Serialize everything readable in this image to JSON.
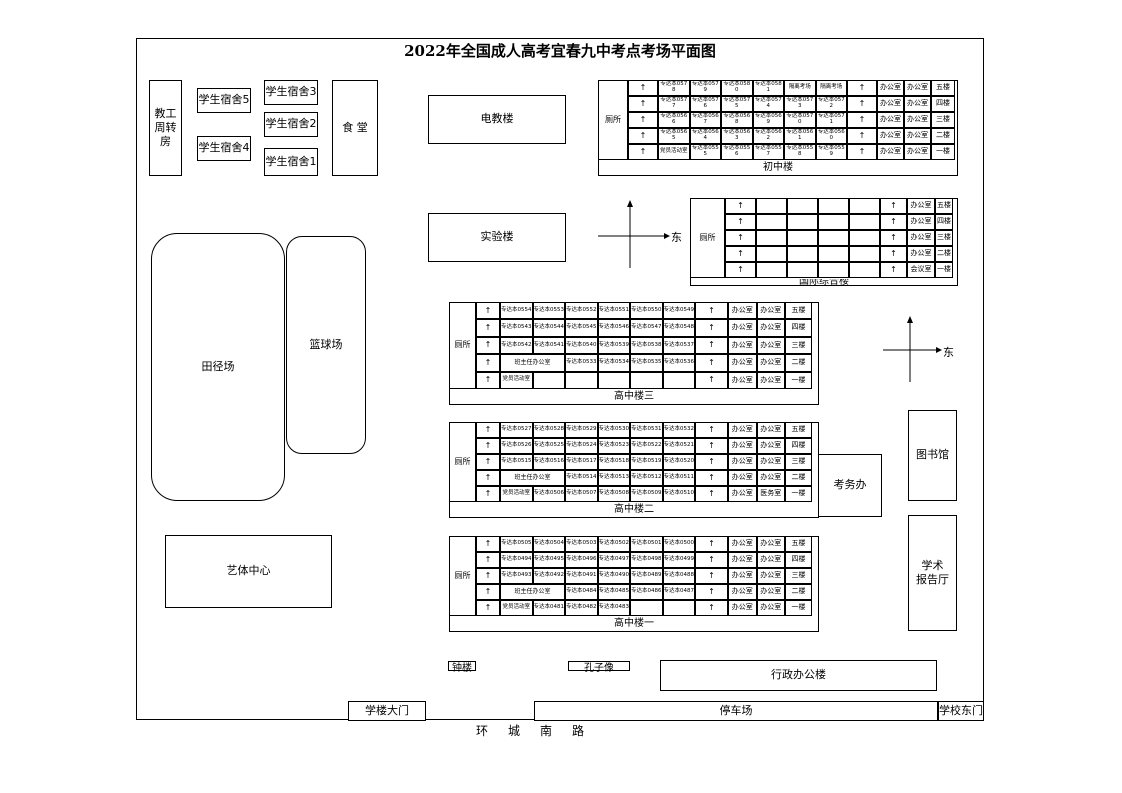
{
  "title": "2022年全国成人高考宜春九中考点考场平面图",
  "road": "环城南路",
  "buildings": {
    "jiaogong": "教工\n周转\n房",
    "dorm5": "学生宿舍5",
    "dorm4": "学生宿舍4",
    "dorm3": "学生宿舍3",
    "dorm2": "学生宿舍2",
    "dorm1": "学生宿舍1",
    "canteen": "食  堂",
    "dianjiao": "电教楼",
    "shiyan": "实验楼",
    "tianjing": "田径场",
    "lanqiu": "篮球场",
    "yiti": "艺体中心",
    "library": "图书馆",
    "kaowu": "考务办",
    "hall": "学术\n报告厅",
    "xingzheng": "行政办公楼",
    "zhonglou": "钟楼",
    "kongzi": "孔子像",
    "gate_main": "学楼大门",
    "parking": "停车场",
    "gate_east": "学校东门"
  },
  "compass": {
    "label": "东"
  },
  "common": {
    "toilet": "厕所",
    "stair": "↑",
    "office": "办公室",
    "floors": [
      "五楼",
      "四楼",
      "三楼",
      "二楼",
      "一楼"
    ]
  },
  "chuzhong": {
    "name": "初中楼",
    "rows": [
      [
        "专达本0578",
        "专达本0579",
        "专达本0580",
        "专达本0581",
        "隔离考场",
        "隔离考场"
      ],
      [
        "专达本0577",
        "专达本0576",
        "专达本0575",
        "专达本0574",
        "专达本0573",
        "专达本0572"
      ],
      [
        "专达本0566",
        "专达本0567",
        "专达本0568",
        "专达本0569",
        "专达本0570",
        "专达本0571"
      ],
      [
        "专达本0565",
        "专达本0564",
        "专达本0563",
        "专达本0562",
        "专达本0561",
        "专达本0560"
      ],
      [
        "党员活动室",
        "专达本0555",
        "专达本0556",
        "专达本0557",
        "专达本0558",
        "专达本0559"
      ]
    ]
  },
  "guoji": {
    "name": "国际综合楼",
    "last_office": "会议室"
  },
  "gz3": {
    "name": "高中楼三",
    "rows": [
      [
        "专达本0554",
        "专达本0553",
        "专达本0552",
        "专达本0551",
        "专达本0550",
        "专达本0549"
      ],
      [
        "专达本0543",
        "专达本0544",
        "专达本0545",
        "专达本0546",
        "专达本0547",
        "专达本0548"
      ],
      [
        "专达本0542",
        "专达本0541",
        "专达本0540",
        "专达本0539",
        "专达本0538",
        "专达本0537"
      ],
      [
        "班主任办公室",
        "专达本0533",
        "专达本0534",
        "专达本0535",
        "专达本0536"
      ],
      [
        "党员活动室"
      ]
    ]
  },
  "gz2": {
    "name": "高中楼二",
    "rows": [
      [
        "专达本0527",
        "专达本0528",
        "专达本0529",
        "专达本0530",
        "专达本0531",
        "专达本0532"
      ],
      [
        "专达本0526",
        "专达本0525",
        "专达本0524",
        "专达本0523",
        "专达本0522",
        "专达本0521"
      ],
      [
        "专达本0515",
        "专达本0516",
        "专达本0517",
        "专达本0518",
        "专达本0519",
        "专达本0520"
      ],
      [
        "班主任办公室",
        "专达本0514",
        "专达本0513",
        "专达本0512",
        "专达本0511"
      ],
      [
        "党员活动室",
        "专达本0506",
        "专达本0507",
        "专达本0508",
        "专达本0509",
        "专达本0510"
      ]
    ],
    "clinic": "医务室"
  },
  "gz1": {
    "name": "高中楼一",
    "rows": [
      [
        "专达本0505",
        "专达本0504",
        "专达本0503",
        "专达本0502",
        "专达本0501",
        "专达本0500"
      ],
      [
        "专达本0494",
        "专达本0495",
        "专达本0496",
        "专达本0497",
        "专达本0498",
        "专达本0499"
      ],
      [
        "专达本0493",
        "专达本0492",
        "专达本0491",
        "专达本0490",
        "专达本0489",
        "专达本0488"
      ],
      [
        "班主任办公室",
        "专达本0484",
        "专达本0485",
        "专达本0486",
        "专达本0487"
      ],
      [
        "党员活动室",
        "专达本0481",
        "专达本0482",
        "专达本0483"
      ]
    ]
  }
}
